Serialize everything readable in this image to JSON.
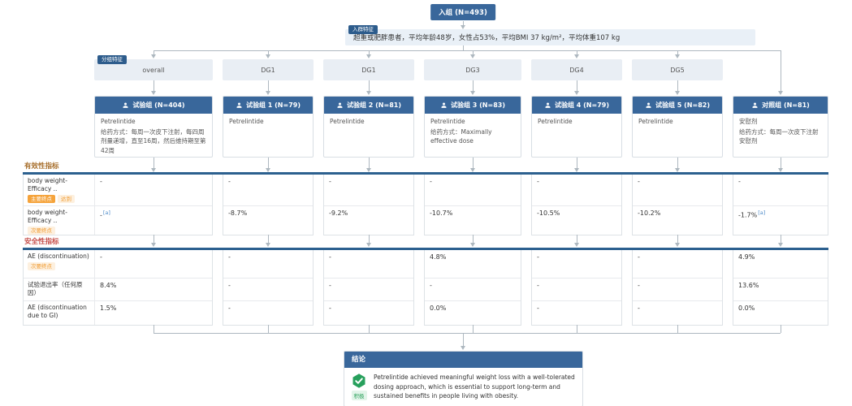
{
  "enrollment_label": "入组 (N=493)",
  "population": {
    "tag": "入群特征",
    "text": "超重或肥胖患者，平均年龄48岁，女性占53%，平均BMI 37 kg/m²，平均体重107 kg"
  },
  "grouping_tag": "分组特征",
  "subgroups": [
    "overall",
    "DG1",
    "DG1",
    "DG3",
    "DG4",
    "DG5"
  ],
  "groups": [
    {
      "title": "试验组 (N=404)",
      "drug": "Petrelintide",
      "dosing": "给药方式：每周一次皮下注射，每四周剂量递增，直至16周，然后维持期至第42周"
    },
    {
      "title": "试验组 1 (N=79)",
      "drug": "Petrelintide",
      "dosing": ""
    },
    {
      "title": "试验组 2 (N=81)",
      "drug": "Petrelintide",
      "dosing": ""
    },
    {
      "title": "试验组 3 (N=83)",
      "drug": "Petrelintide",
      "dosing": "给药方式：Maximally effective dose"
    },
    {
      "title": "试验组 4 (N=79)",
      "drug": "Petrelintide",
      "dosing": ""
    },
    {
      "title": "试验组 5 (N=82)",
      "drug": "Petrelintide",
      "dosing": ""
    },
    {
      "title": "对照组 (N=81)",
      "drug": "安慰剂",
      "dosing": "给药方式：每周一次皮下注射安慰剂"
    }
  ],
  "efficacy": {
    "title": "有效性指标",
    "rows": [
      {
        "label": "body weight-Efficacy ..",
        "tags": [
          "主要终点",
          "达到"
        ],
        "values": [
          "-",
          "-",
          "-",
          "-",
          "-",
          "-",
          "-"
        ],
        "sups": [
          "",
          "",
          "",
          "",
          "",
          "",
          ""
        ]
      },
      {
        "label": "body weight-Efficacy ..",
        "tags": [
          "次要终点"
        ],
        "values": [
          "-",
          "-8.7%",
          "-9.2%",
          "-10.7%",
          "-10.5%",
          "-10.2%",
          "-1.7%"
        ],
        "sups": [
          "[a]",
          "",
          "",
          "",
          "",
          "",
          "[a]"
        ]
      }
    ]
  },
  "safety": {
    "title": "安全性指标",
    "rows": [
      {
        "label": "AE (discontinuation)",
        "tags": [
          "次要终点"
        ],
        "values": [
          "-",
          "-",
          "-",
          "4.8%",
          "-",
          "-",
          "4.9%"
        ]
      },
      {
        "label": "试验退出率（任何原因）",
        "tags": [],
        "values": [
          "8.4%",
          "-",
          "-",
          "-",
          "-",
          "-",
          "13.6%"
        ]
      },
      {
        "label": "AE (discontinuation due to GI)",
        "tags": [],
        "values": [
          "1.5%",
          "-",
          "-",
          "0.0%",
          "-",
          "-",
          "0.0%"
        ]
      }
    ]
  },
  "conclusion": {
    "header": "结论",
    "tag": "积极",
    "text": "Petrelintide achieved meaningful weight loss with a well-tolerated dosing approach, which is essential to support long-term and sustained benefits in people living with obesity."
  },
  "icons": {
    "group_header": "person-icon",
    "conclusion_badge": "check-badge-icon"
  },
  "colors": {
    "header_blue": "#39679b",
    "tag_blue": "#2d5c8c",
    "table_top_blue": "#2c608f",
    "efficacy_title": "#a8702e",
    "safety_title": "#c7504b",
    "tag_orange": "#f5a33b",
    "positive_green": "#27a05c",
    "link_blue": "#4e8bc9",
    "subgroup_bg": "#e9eef4",
    "population_bg": "#e9f0f7"
  }
}
